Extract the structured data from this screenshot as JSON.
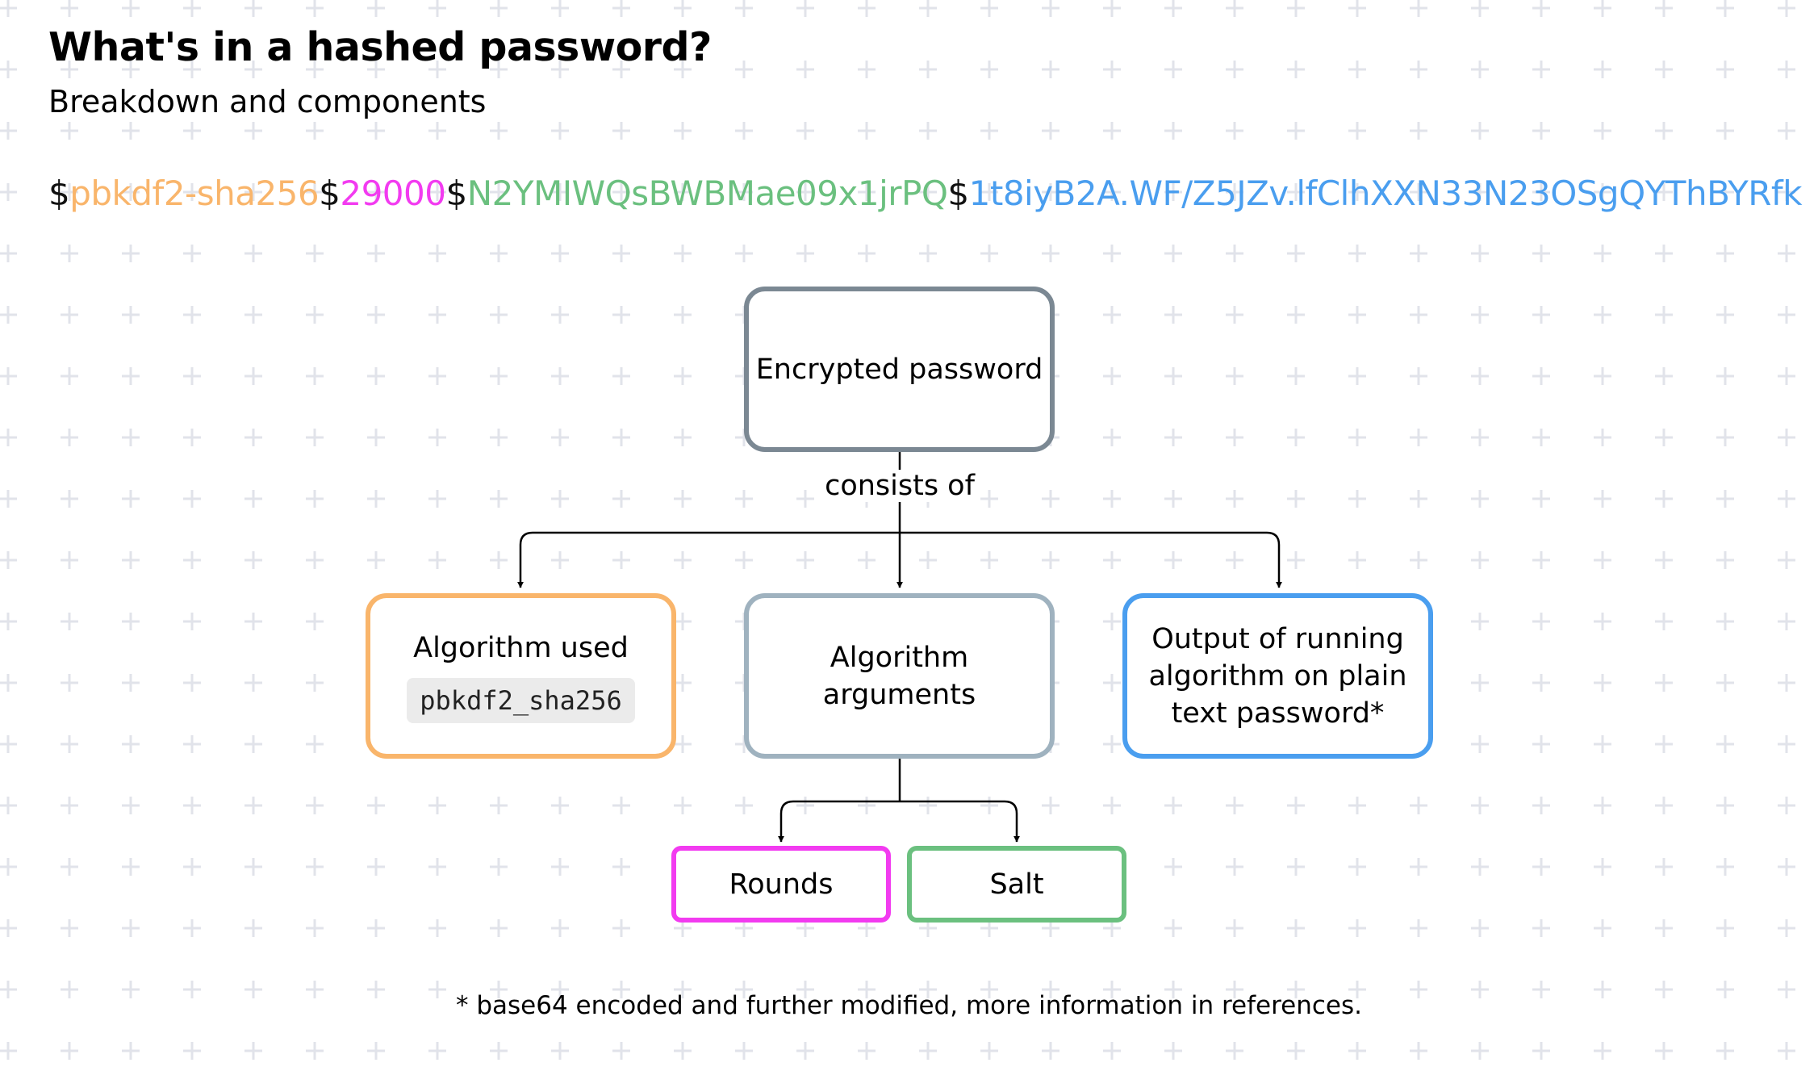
{
  "header": {
    "title": "What's in a hashed password?",
    "subtitle": "Breakdown and components"
  },
  "hash": {
    "separator": "$",
    "algorithm": "pbkdf2-sha256",
    "rounds": "29000",
    "salt": "N2YMIWQsBWBMae09x1jrPQ",
    "output": "1t8iyB2A.WF/Z5JZv.lfClhXXN33N23OSgQYThBYRfk"
  },
  "diagram": {
    "root": "Encrypted password",
    "edge_label": "consists of",
    "algorithm": {
      "label": "Algorithm used",
      "code": "pbkdf2_sha256"
    },
    "arguments": "Algorithm arguments",
    "output": "Output of running algorithm on plain text password*",
    "rounds": "Rounds",
    "salt": "Salt"
  },
  "footnote": "* base64 encoded and further modified, more information in references.",
  "colors": {
    "algorithm": "#f9b56b",
    "rounds": "#f23bf0",
    "salt": "#6bc07f",
    "output": "#4a9eef",
    "root": "#7b8893",
    "arguments": "#9fb2bf",
    "grid": "#e1e3ea"
  }
}
